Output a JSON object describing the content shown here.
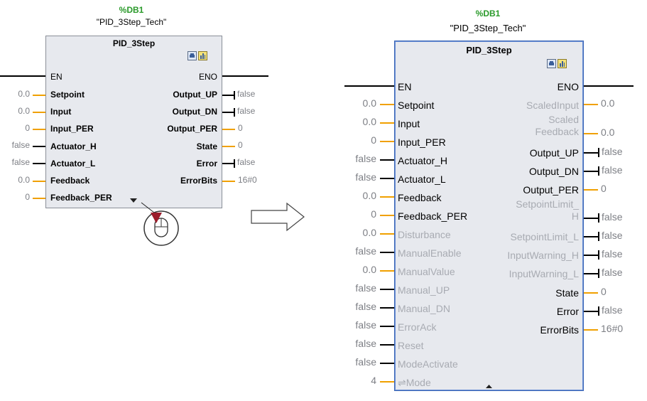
{
  "left_block": {
    "db_name": "%DB1",
    "instance": "\"PID_3Step_Tech\"",
    "title": "PID_3Step",
    "en": "EN",
    "eno": "ENO",
    "inputs": [
      {
        "value": "0.0",
        "name": "Setpoint"
      },
      {
        "value": "0.0",
        "name": "Input"
      },
      {
        "value": "0",
        "name": "Input_PER"
      },
      {
        "value": "false",
        "name": "Actuator_H"
      },
      {
        "value": "false",
        "name": "Actuator_L"
      },
      {
        "value": "0.0",
        "name": "Feedback"
      },
      {
        "value": "0",
        "name": "Feedback_PER"
      }
    ],
    "outputs": [
      {
        "name": "Output_UP",
        "value": "false"
      },
      {
        "name": "Output_DN",
        "value": "false"
      },
      {
        "name": "Output_PER",
        "value": "0"
      },
      {
        "name": "State",
        "value": "0"
      },
      {
        "name": "Error",
        "value": "false"
      },
      {
        "name": "ErrorBits",
        "value": "16#0"
      }
    ]
  },
  "right_block": {
    "db_name": "%DB1",
    "instance": "\"PID_3Step_Tech\"",
    "title": "PID_3Step",
    "en": "EN",
    "eno": "ENO",
    "inputs": [
      {
        "value": "0.0",
        "name": "Setpoint"
      },
      {
        "value": "0.0",
        "name": "Input"
      },
      {
        "value": "0",
        "name": "Input_PER"
      },
      {
        "value": "false",
        "name": "Actuator_H"
      },
      {
        "value": "false",
        "name": "Actuator_L"
      },
      {
        "value": "0.0",
        "name": "Feedback"
      },
      {
        "value": "0",
        "name": "Feedback_PER"
      },
      {
        "value": "0.0",
        "name": "Disturbance"
      },
      {
        "value": "false",
        "name": "ManualEnable"
      },
      {
        "value": "0.0",
        "name": "ManualValue"
      },
      {
        "value": "false",
        "name": "Manual_UP"
      },
      {
        "value": "false",
        "name": "Manual_DN"
      },
      {
        "value": "false",
        "name": "ErrorAck"
      },
      {
        "value": "false",
        "name": "Reset"
      },
      {
        "value": "false",
        "name": "ModeActivate"
      },
      {
        "value": "4",
        "name": "⇌Mode"
      }
    ],
    "outputs": [
      {
        "name": "ScaledInput",
        "value": "0.0"
      },
      {
        "name_line1": "Scaled",
        "name_line2": "Feedback",
        "value": "0.0"
      },
      {
        "name": "Output_UP",
        "value": "false"
      },
      {
        "name": "Output_DN",
        "value": "false"
      },
      {
        "name": "Output_PER",
        "value": "0"
      },
      {
        "name_line1": "SetpointLimit_",
        "name_line2": "H",
        "value": "false"
      },
      {
        "name": "SetpointLimit_L",
        "value": "false"
      },
      {
        "name": "InputWarning_H",
        "value": "false"
      },
      {
        "name": "InputWarning_L",
        "value": "false"
      },
      {
        "name": "State",
        "value": "0"
      },
      {
        "name": "Error",
        "value": "false"
      },
      {
        "name": "ErrorBits",
        "value": "16#0"
      }
    ]
  },
  "colors": {
    "wire_orange": "#f0a000",
    "db_green": "#2a9a2a",
    "selection_blue": "#3b66b5",
    "block_bg": "#e7e9ee",
    "cursor_red": "#9b1c2a"
  },
  "icons": [
    "expand-arrow-icon",
    "mouse-cursor-icon",
    "transition-arrow-icon",
    "block-toolbar-icon"
  ]
}
